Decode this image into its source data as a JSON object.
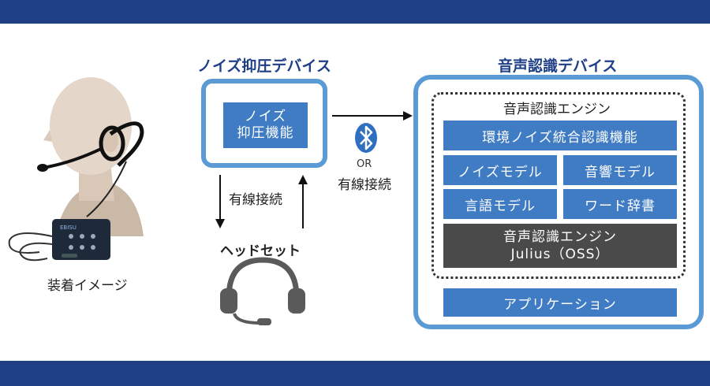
{
  "illustration": {
    "caption": "装着イメージ"
  },
  "noise_device": {
    "title": "ノイズ抑圧デバイス",
    "function_line1": "ノイズ",
    "function_line2": "抑圧機能"
  },
  "wired_label": "有線接続",
  "headset_label": "ヘッドセット",
  "connection": {
    "bluetooth_icon": "bluetooth-icon",
    "or_text": "OR",
    "wired_text": "有線接続"
  },
  "voice_device": {
    "title": "音声認識デバイス",
    "engine_title": "音声認識エンジン",
    "integrated": "環境ノイズ統合認識機能",
    "noise_model": "ノイズモデル",
    "acoustic_model": "音響モデル",
    "language_model": "言語モデル",
    "word_dict": "ワード辞書",
    "core_line1": "音声認識エンジン",
    "core_line2": "Julius（OSS）",
    "app": "アプリケーション"
  },
  "colors": {
    "band": "#1f3f87",
    "frame": "#5b9bd5",
    "box": "#3f7cc4",
    "core": "#4a4a4a"
  }
}
